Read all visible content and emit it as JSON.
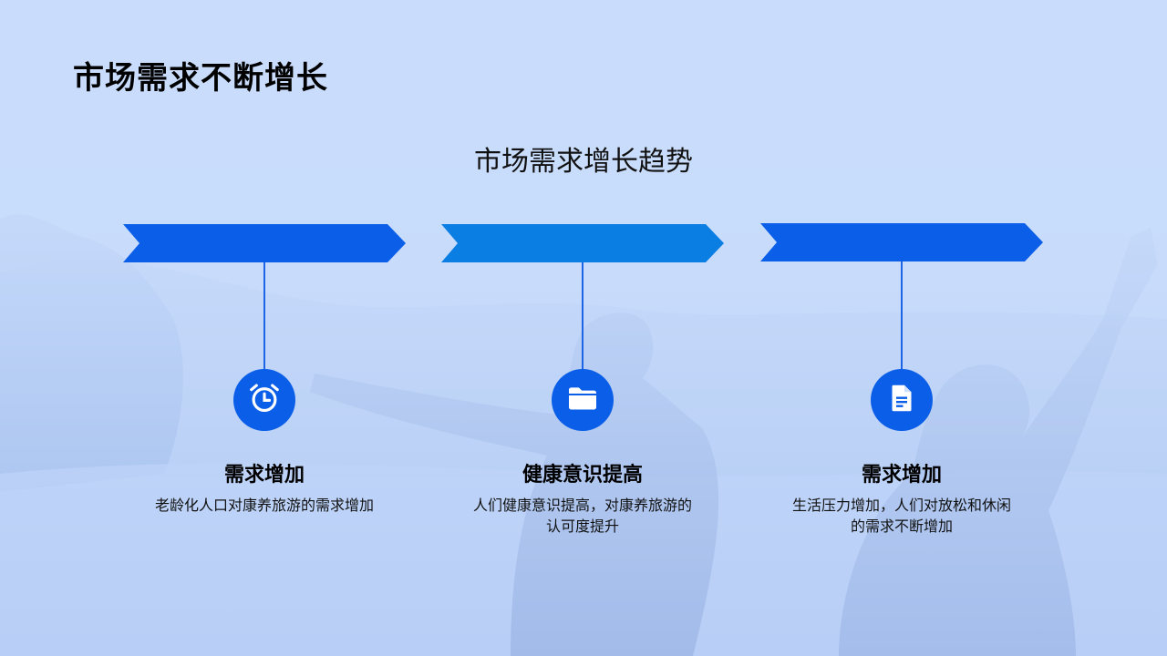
{
  "slide": {
    "title": "市场需求不断增长",
    "subtitle": "市场需求增长趋势"
  },
  "steps": [
    {
      "title": "需求增加",
      "description": "老龄化人口对康养旅游的需求增加",
      "icon": "alarm-clock-icon",
      "arrow_color": "#0a5ee8"
    },
    {
      "title": "健康意识提高",
      "description": "人们健康意识提高，对康养旅游的认可度提升",
      "icon": "folder-icon",
      "arrow_color": "#0a7ee3"
    },
    {
      "title": "需求增加",
      "description": "生活压力增加，人们对放松和休闲的需求不断增加",
      "icon": "document-icon",
      "arrow_color": "#0a5ee8"
    }
  ],
  "colors": {
    "background": "#c6dafb",
    "accent": "#0a5ee8",
    "accent_alt": "#0a7ee3"
  }
}
